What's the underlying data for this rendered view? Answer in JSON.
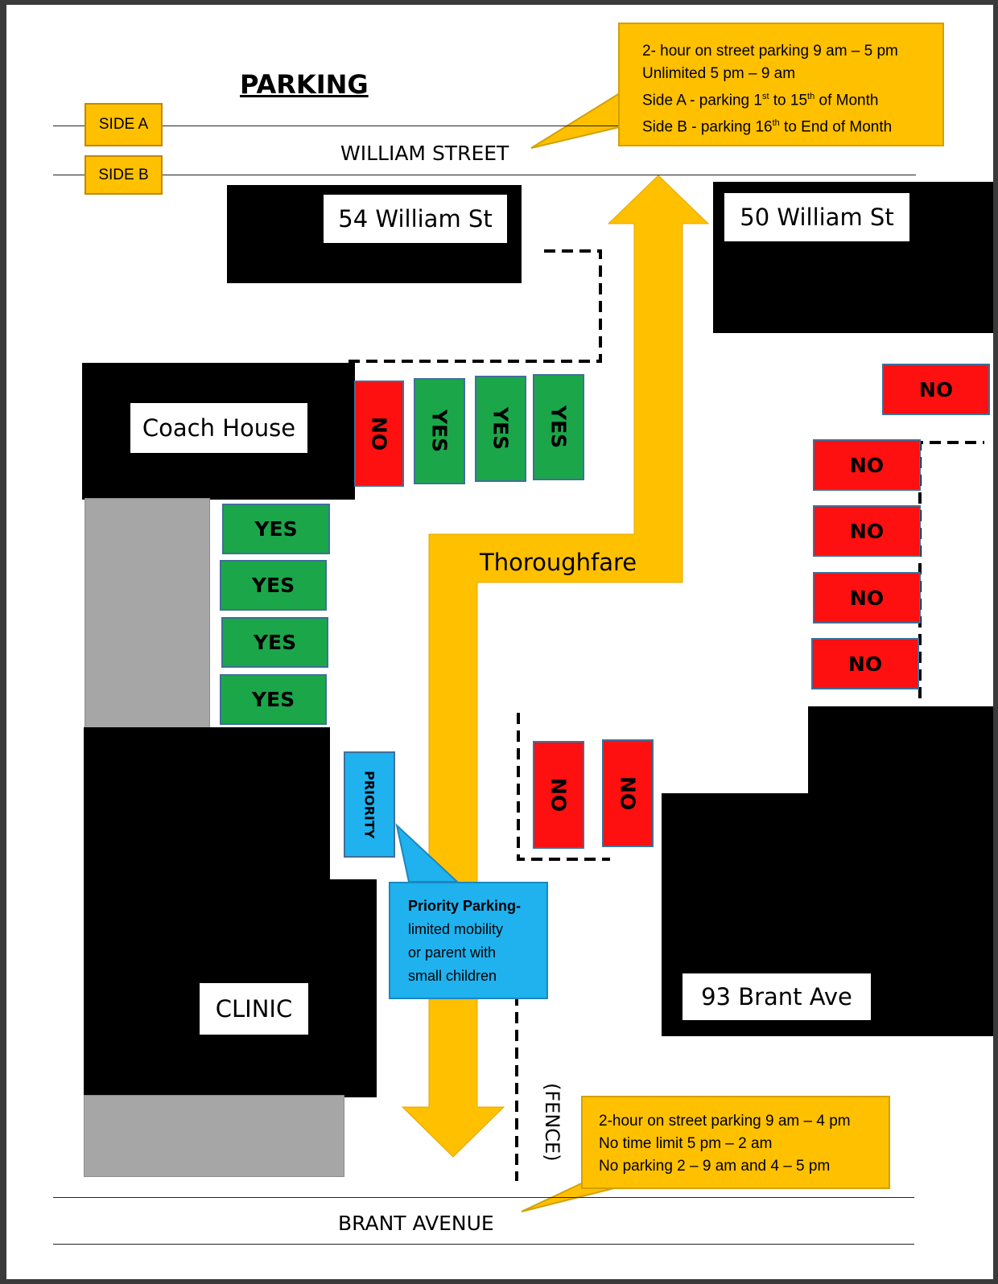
{
  "title": "PARKING",
  "streets": {
    "top": "WILLIAM STREET",
    "bottom": "BRANT AVENUE"
  },
  "side_tags": {
    "a": "SIDE A",
    "b": "SIDE B"
  },
  "buildings": {
    "b54": "54 William St",
    "b50": "50 William St",
    "coach": "Coach House",
    "clinic": "CLINIC",
    "b93": "93 Brant Ave"
  },
  "thoroughfare": "Thoroughfare",
  "fence": "(FENCE)",
  "spots": {
    "yes": "YES",
    "no": "NO",
    "priority": "PRIORITY"
  },
  "notes": {
    "william": [
      "2- hour on street parking 9 am – 5 pm",
      "Unlimited 5 pm – 9 am",
      "Side A - parking 1",
      "st",
      " to 15",
      "th",
      " of Month",
      "Side B - parking 16",
      "th",
      " to End of Month"
    ],
    "priority": {
      "bold": "Priority Parking-",
      "rest": [
        "limited mobility",
        "or parent with",
        "small children"
      ]
    },
    "brant": [
      "2-hour on street parking 9 am – 4 pm",
      "No time limit 5 pm – 2 am",
      "No parking 2 – 9 am and 4 – 5 pm"
    ]
  },
  "colors": {
    "yes": "#1ca64a",
    "no": "#ff1010",
    "priority": "#1fb2ef",
    "callout": "#ffc000",
    "arrow": "#ffc000",
    "building": "#000000"
  }
}
